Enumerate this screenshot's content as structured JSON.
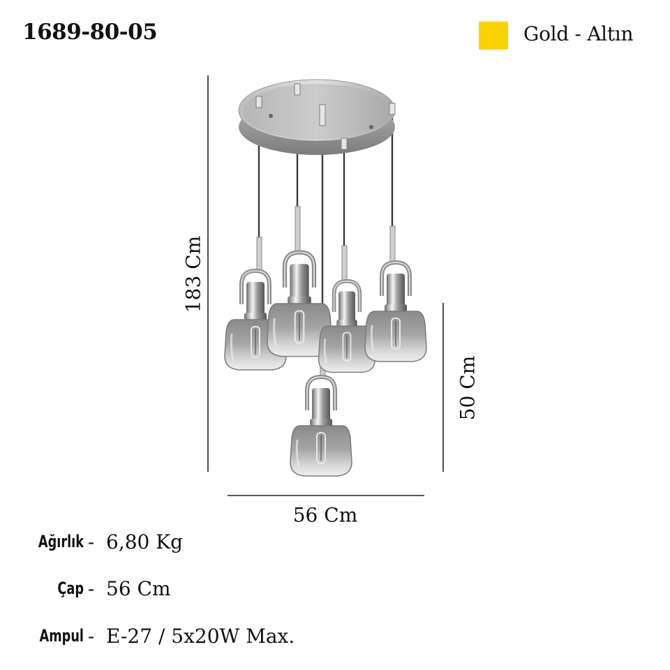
{
  "product": {
    "code": "1689-80-05"
  },
  "color": {
    "label": "Gold - Altın",
    "swatch_hex": "#f9d300"
  },
  "dimensions": {
    "height_label": "183 Cm",
    "cord_label": "50 Cm",
    "width_label": "56 Cm"
  },
  "specs": [
    {
      "label": "Ağırlık",
      "value": "6,80 Kg"
    },
    {
      "label": "Çap",
      "value": "56 Cm"
    },
    {
      "label": "Ampul",
      "value": "E-27 / 5x20W Max."
    }
  ],
  "separator": "-",
  "icons": {
    "swatch": "color-swatch",
    "illustration": "pendant-lamp-illustration"
  }
}
